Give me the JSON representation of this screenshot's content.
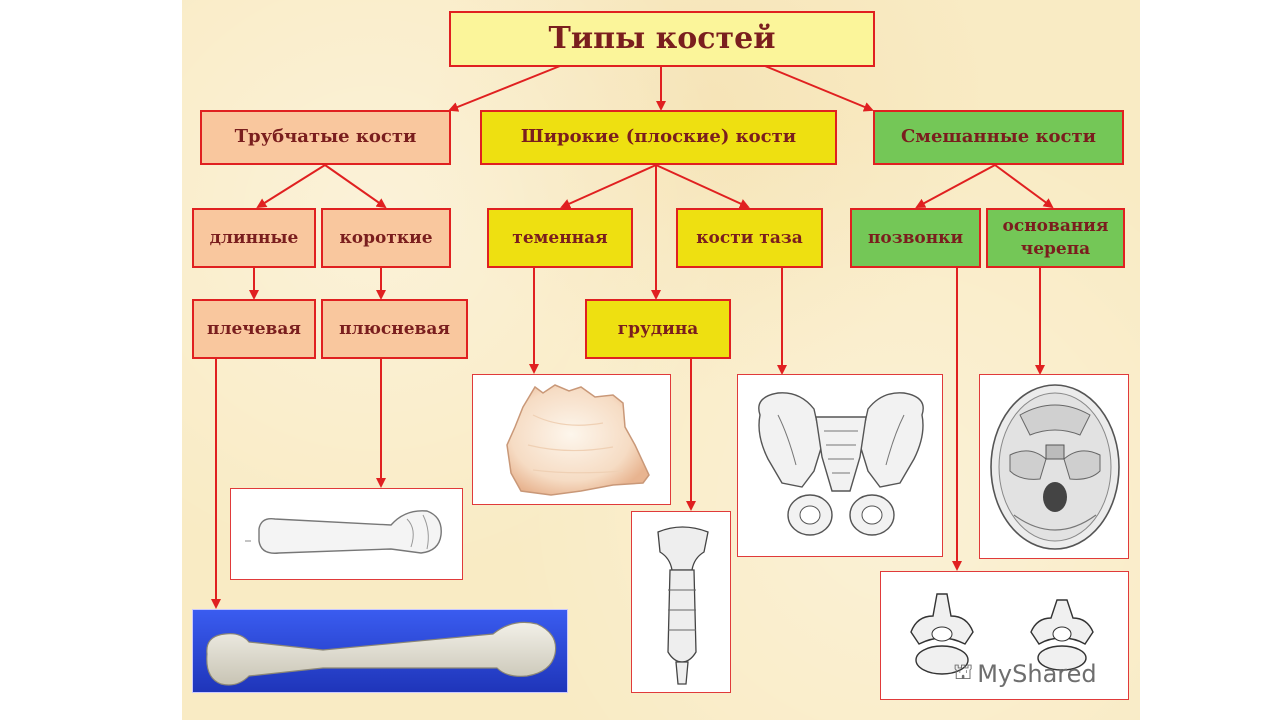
{
  "title": "Типы костей",
  "categories": {
    "tubular": "Трубчатые кости",
    "flat": "Широкие (плоские) кости",
    "mixed": "Смешанные кости"
  },
  "subtypes": {
    "long": "длинные",
    "short": "короткие",
    "parietal": "теменная",
    "pelvis": "кости таза",
    "vertebrae": "позвонки",
    "skull_base": "основания черепа"
  },
  "examples": {
    "humerus": "плечевая",
    "metatarsal": "плюсневая",
    "sternum": "грудина"
  },
  "watermark": "MyShared",
  "colors": {
    "border": "#e02020",
    "text": "#7a1e1e",
    "orange": "#f9c79e",
    "yellow": "#eee011",
    "green": "#74c757",
    "title_bg": "#fbf59a",
    "background": "#f9ebc4"
  }
}
